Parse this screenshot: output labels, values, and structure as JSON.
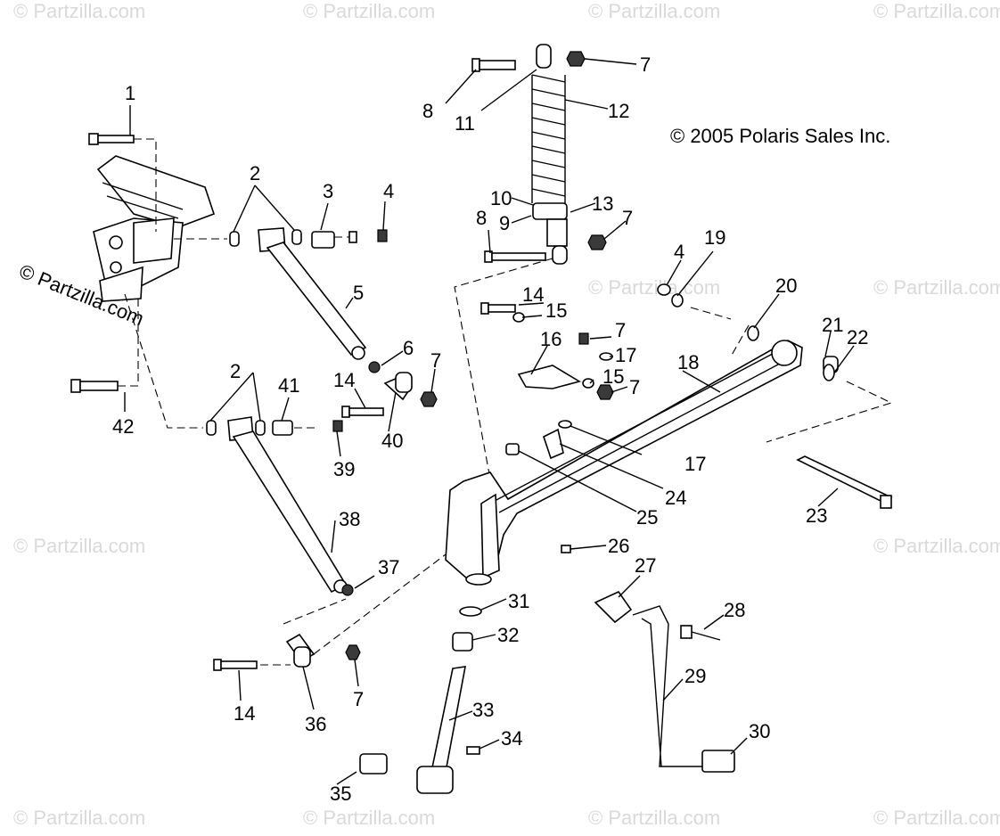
{
  "copyright": "© 2005 Polaris Sales Inc.",
  "watermark": "© Partzilla.com",
  "callouts": [
    "1",
    "2",
    "3",
    "4",
    "5",
    "6",
    "7",
    "8",
    "9",
    "10",
    "11",
    "12",
    "13",
    "14",
    "15",
    "16",
    "17",
    "18",
    "19",
    "20",
    "21",
    "22",
    "23",
    "24",
    "25",
    "26",
    "27",
    "28",
    "29",
    "30",
    "31",
    "32",
    "33",
    "34",
    "35",
    "36",
    "37",
    "38",
    "39",
    "40",
    "41",
    "42"
  ]
}
